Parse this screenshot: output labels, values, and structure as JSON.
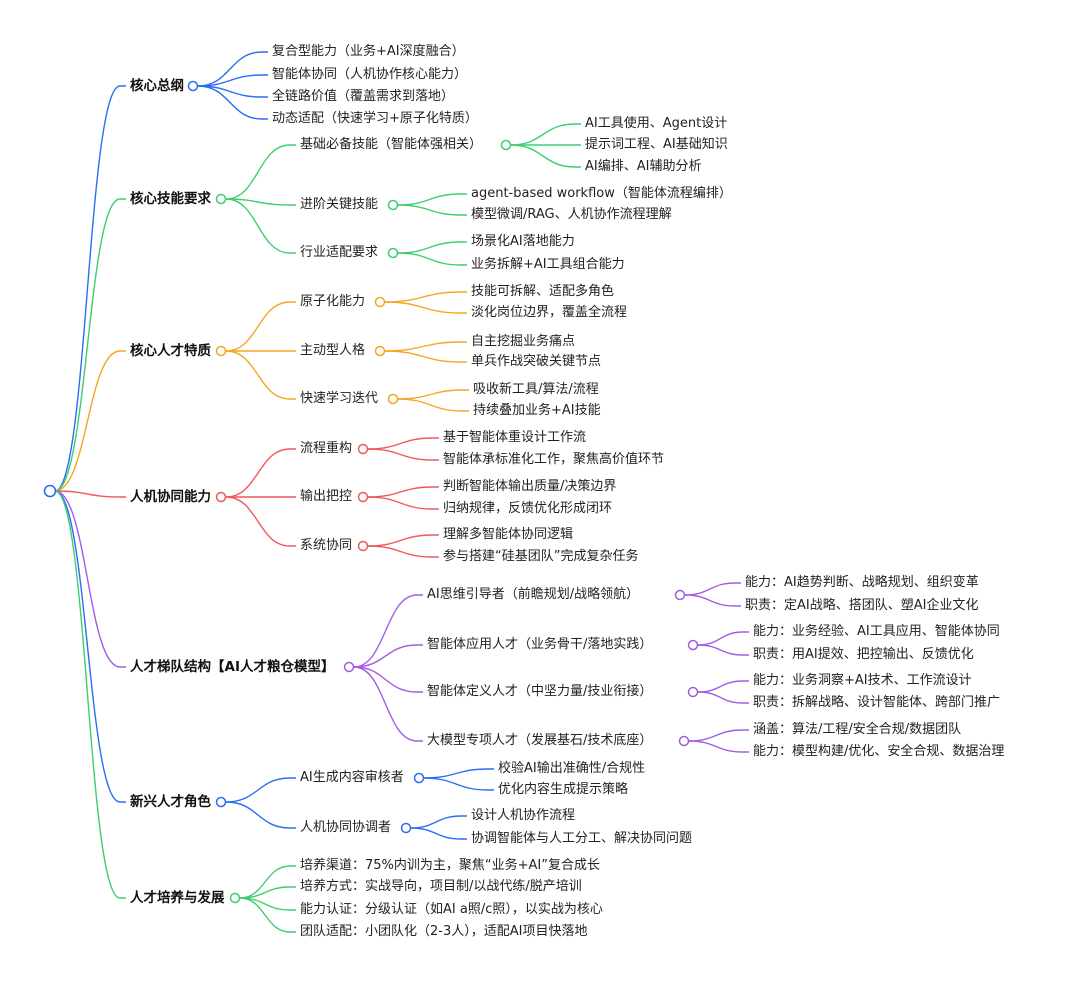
{
  "mindmap": {
    "branches": [
      {
        "label": "核心总纲",
        "color": "#2a6df5",
        "children": [
          {
            "label": "复合型能力（业务+AI深度融合）"
          },
          {
            "label": "智能体协同（人机协作核心能力）"
          },
          {
            "label": "全链路价值（覆盖需求到落地）"
          },
          {
            "label": "动态适配（快速学习+原子化特质）"
          }
        ]
      },
      {
        "label": "核心技能要求",
        "color": "#3ccf6e",
        "children": [
          {
            "label": "基础必备技能（智能体强相关）",
            "children": [
              {
                "label": "AI工具使用、Agent设计"
              },
              {
                "label": "提示词工程、AI基础知识"
              },
              {
                "label": "AI编排、AI辅助分析"
              }
            ]
          },
          {
            "label": "进阶关键技能",
            "children": [
              {
                "label": "agent-based workflow（智能体流程编排）"
              },
              {
                "label": "模型微调/RAG、人机协作流程理解"
              }
            ]
          },
          {
            "label": "行业适配要求",
            "children": [
              {
                "label": "场景化AI落地能力"
              },
              {
                "label": "业务拆解+AI工具组合能力"
              }
            ]
          }
        ]
      },
      {
        "label": "核心人才特质",
        "color": "#f5a623",
        "children": [
          {
            "label": "原子化能力",
            "children": [
              {
                "label": "技能可拆解、适配多角色"
              },
              {
                "label": "淡化岗位边界，覆盖全流程"
              }
            ]
          },
          {
            "label": "主动型人格",
            "children": [
              {
                "label": "自主挖掘业务痛点"
              },
              {
                "label": "单兵作战突破关键节点"
              }
            ]
          },
          {
            "label": "快速学习迭代",
            "children": [
              {
                "label": "吸收新工具/算法/流程"
              },
              {
                "label": "持续叠加业务+AI技能"
              }
            ]
          }
        ]
      },
      {
        "label": "人机协同能力",
        "color": "#f0585c",
        "children": [
          {
            "label": "流程重构",
            "children": [
              {
                "label": "基于智能体重设计工作流"
              },
              {
                "label": "智能体承标准化工作，聚焦高价值环节"
              }
            ]
          },
          {
            "label": "输出把控",
            "children": [
              {
                "label": "判断智能体输出质量/决策边界"
              },
              {
                "label": "归纳规律，反馈优化形成闭环"
              }
            ]
          },
          {
            "label": "系统协同",
            "children": [
              {
                "label": "理解多智能体协同逻辑"
              },
              {
                "label": "参与搭建“硅基团队”完成复杂任务"
              }
            ]
          }
        ]
      },
      {
        "label": "人才梯队结构【AI人才粮仓模型】",
        "color": "#a25de6",
        "children": [
          {
            "label": "AI思维引导者（前瞻规划/战略领航）",
            "children": [
              {
                "label": "能力：AI趋势判断、战略规划、组织变革"
              },
              {
                "label": "职责：定AI战略、搭团队、塑AI企业文化"
              }
            ]
          },
          {
            "label": "智能体应用人才（业务骨干/落地实践）",
            "children": [
              {
                "label": "能力：业务经验、AI工具应用、智能体协同"
              },
              {
                "label": "职责：用AI提效、把控输出、反馈优化"
              }
            ]
          },
          {
            "label": "智能体定义人才（中坚力量/技业衔接）",
            "children": [
              {
                "label": "能力：业务洞察+AI技术、工作流设计"
              },
              {
                "label": "职责：拆解战略、设计智能体、跨部门推广"
              }
            ]
          },
          {
            "label": "大模型专项人才（发展基石/技术底座）",
            "children": [
              {
                "label": "涵盖：算法/工程/安全合规/数据团队"
              },
              {
                "label": "能力：模型构建/优化、安全合规、数据治理"
              }
            ]
          }
        ]
      },
      {
        "label": "新兴人才角色",
        "color": "#2a6df5",
        "children": [
          {
            "label": "AI生成内容审核者",
            "children": [
              {
                "label": "校验AI输出准确性/合规性"
              },
              {
                "label": "优化内容生成提示策略"
              }
            ]
          },
          {
            "label": "人机协同协调者",
            "children": [
              {
                "label": "设计人机协作流程"
              },
              {
                "label": "协调智能体与人工分工、解决协同问题"
              }
            ]
          }
        ]
      },
      {
        "label": "人才培养与发展",
        "color": "#3ccf6e",
        "children": [
          {
            "label": "培养渠道：75%内训为主，聚焦“业务+AI”复合成长"
          },
          {
            "label": "培养方式：实战导向，项目制/以战代练/脱产培训"
          },
          {
            "label": "能力认证：分级认证（如AI a照/c照），以实战为核心"
          },
          {
            "label": "团队适配：小团队化（2-3人），适配AI项目快落地"
          }
        ]
      }
    ]
  }
}
